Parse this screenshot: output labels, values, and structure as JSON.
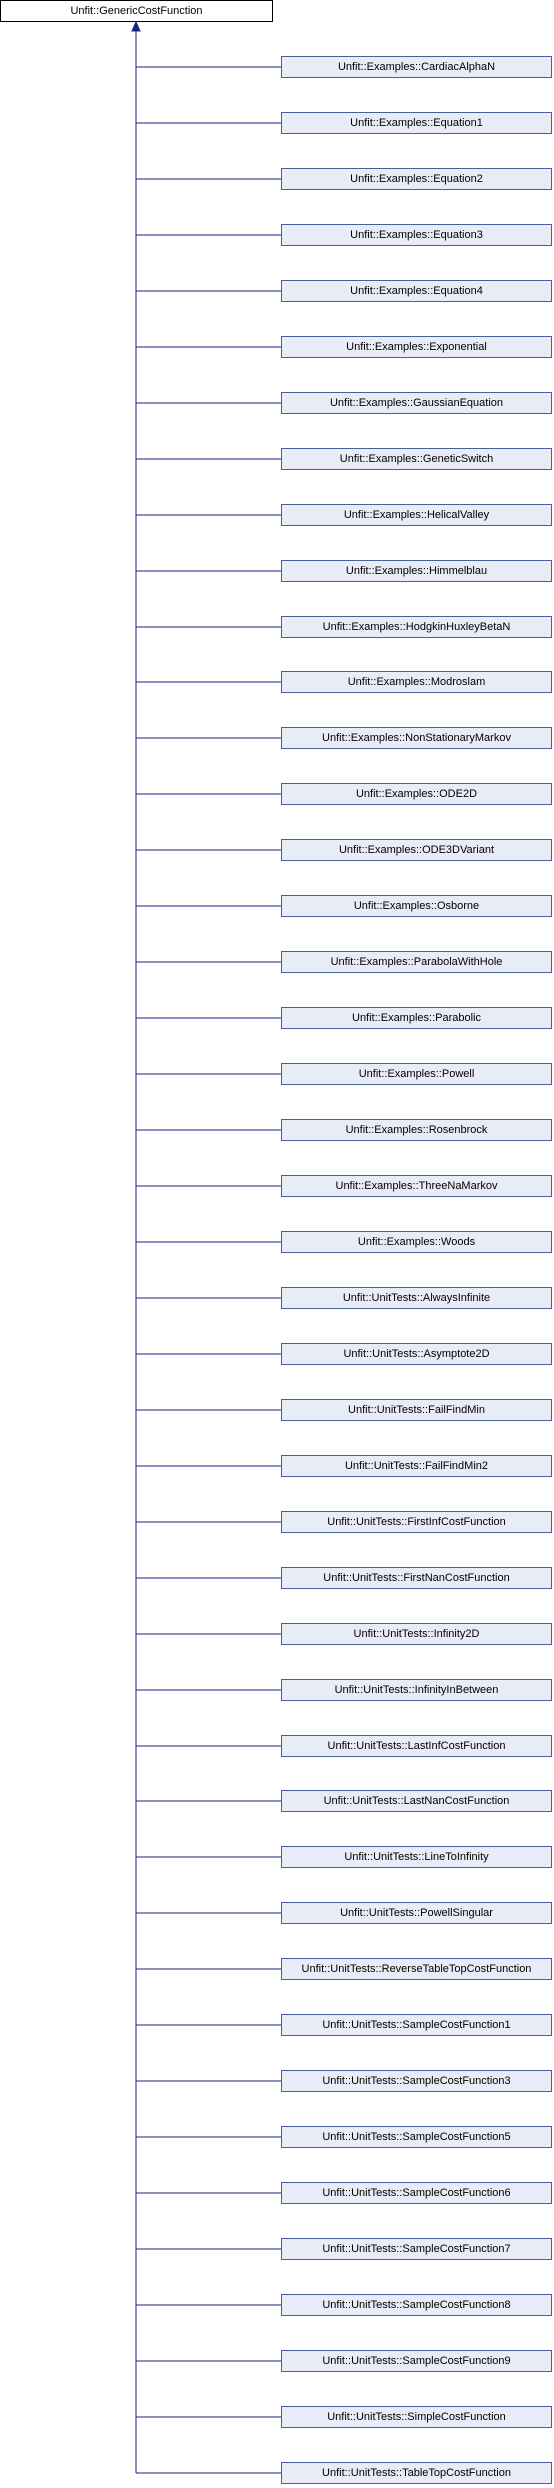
{
  "diagram": {
    "base_class": "Unfit::GenericCostFunction",
    "derived_classes": [
      "Unfit::Examples::CardiacAlphaN",
      "Unfit::Examples::Equation1",
      "Unfit::Examples::Equation2",
      "Unfit::Examples::Equation3",
      "Unfit::Examples::Equation4",
      "Unfit::Examples::Exponential",
      "Unfit::Examples::GaussianEquation",
      "Unfit::Examples::GeneticSwitch",
      "Unfit::Examples::HelicalValley",
      "Unfit::Examples::Himmelblau",
      "Unfit::Examples::HodgkinHuxleyBetaN",
      "Unfit::Examples::Modroslam",
      "Unfit::Examples::NonStationaryMarkov",
      "Unfit::Examples::ODE2D",
      "Unfit::Examples::ODE3DVariant",
      "Unfit::Examples::Osborne",
      "Unfit::Examples::ParabolaWithHole",
      "Unfit::Examples::Parabolic",
      "Unfit::Examples::Powell",
      "Unfit::Examples::Rosenbrock",
      "Unfit::Examples::ThreeNaMarkov",
      "Unfit::Examples::Woods",
      "Unfit::UnitTests::AlwaysInfinite",
      "Unfit::UnitTests::Asymptote2D",
      "Unfit::UnitTests::FailFindMin",
      "Unfit::UnitTests::FailFindMin2",
      "Unfit::UnitTests::FirstInfCostFunction",
      "Unfit::UnitTests::FirstNanCostFunction",
      "Unfit::UnitTests::Infinity2D",
      "Unfit::UnitTests::InfinityInBetween",
      "Unfit::UnitTests::LastInfCostFunction",
      "Unfit::UnitTests::LastNanCostFunction",
      "Unfit::UnitTests::LineToInfinity",
      "Unfit::UnitTests::PowellSingular",
      "Unfit::UnitTests::ReverseTableTopCostFunction",
      "Unfit::UnitTests::SampleCostFunction1",
      "Unfit::UnitTests::SampleCostFunction3",
      "Unfit::UnitTests::SampleCostFunction5",
      "Unfit::UnitTests::SampleCostFunction6",
      "Unfit::UnitTests::SampleCostFunction7",
      "Unfit::UnitTests::SampleCostFunction8",
      "Unfit::UnitTests::SampleCostFunction9",
      "Unfit::UnitTests::SimpleCostFunction",
      "Unfit::UnitTests::TableTopCostFunction"
    ]
  },
  "colors": {
    "connector": "#1a237e",
    "node_border": "#4a5f9a",
    "node_fill": "#e8ecf6",
    "base_border": "#000000",
    "base_fill": "#ffffff"
  }
}
